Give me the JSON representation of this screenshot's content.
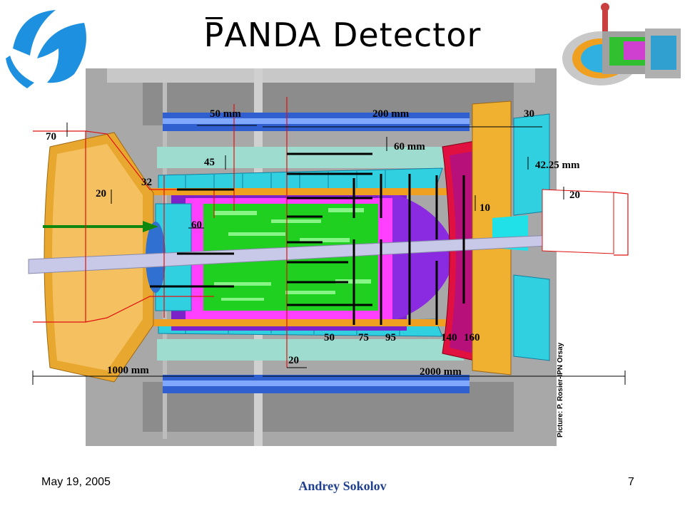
{
  "slide": {
    "title_overbar": "P",
    "title_rest": "ANDA Detector",
    "footer_date": "May 19, 2005",
    "footer_author": "Andrey Sokolov",
    "page_number": "7"
  },
  "diagram": {
    "picture_credit": "Picture: P. Rosier-IPN Orsay",
    "labels": {
      "d50mm": "50 mm",
      "d200mm": "200 mm",
      "d30": "30",
      "d70": "70",
      "d60mm": "60 mm",
      "d45": "45",
      "d4225mm": "42.25 mm",
      "d32": "32",
      "d20a": "20",
      "d20b": "20",
      "d10": "10",
      "d60": "60",
      "d50": "50",
      "d75": "75",
      "d95": "95",
      "d140": "140",
      "d160": "160",
      "d20c": "20",
      "d1000mm": "1000 mm",
      "d2000mm": "2000 mm"
    }
  },
  "icons": {
    "logo": "institution-logo-icon",
    "thumbnail": "detector-thumbnail-icon"
  },
  "colors": {
    "logo_blue": "#1e90e0",
    "author_blue": "#1f3f8f",
    "dimension_red": "#e01010"
  }
}
